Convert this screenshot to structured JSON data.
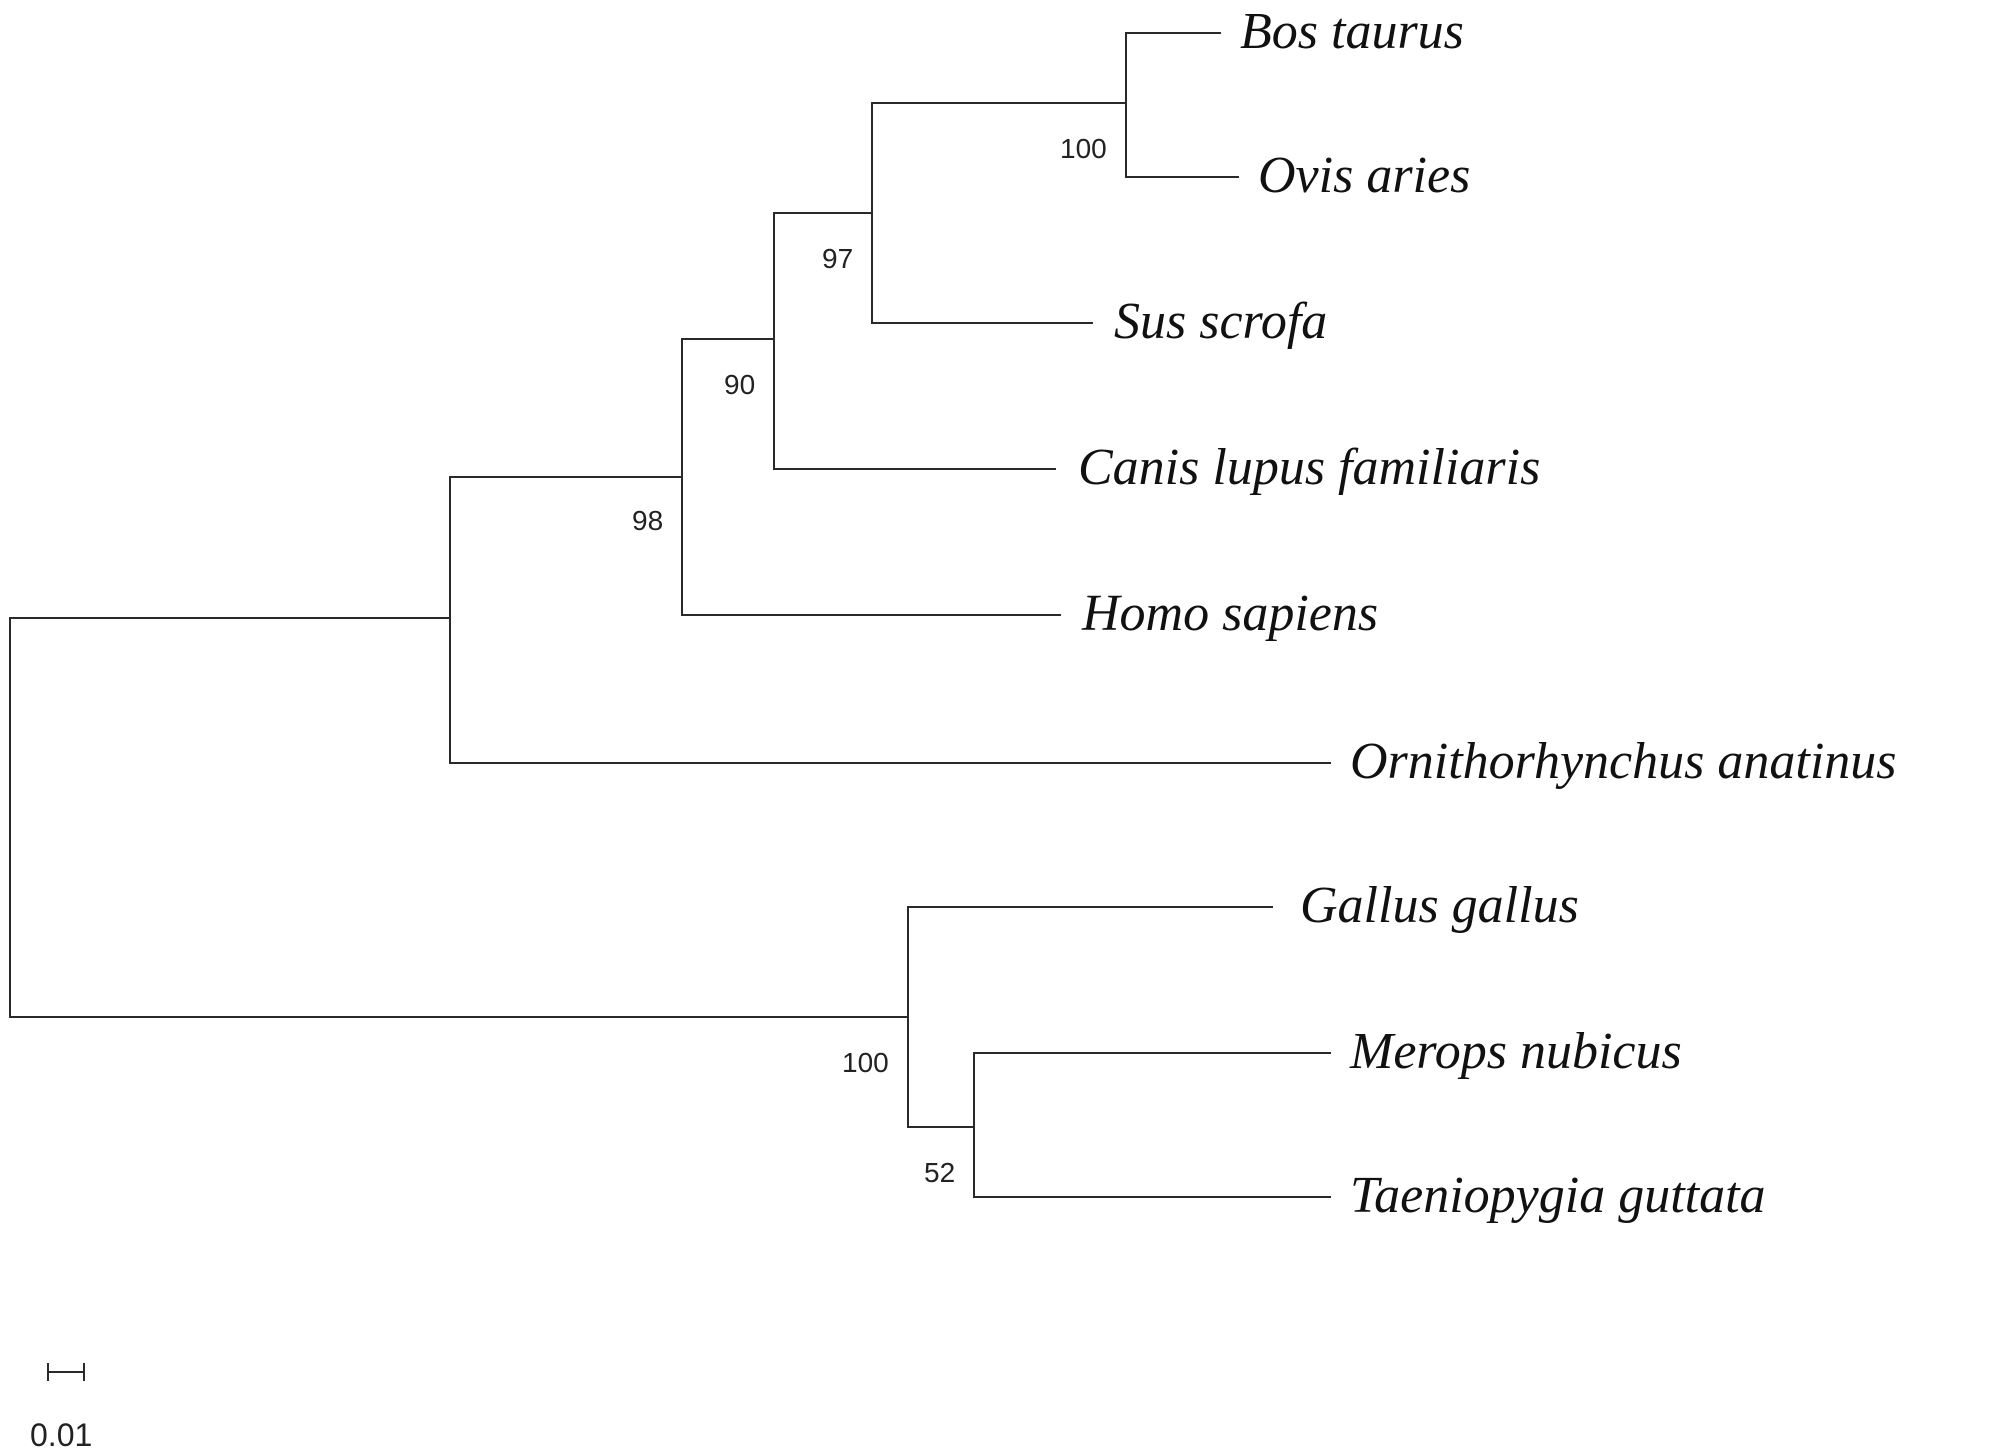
{
  "tree": {
    "taxa": [
      {
        "id": "bos",
        "label": "Bos taurus"
      },
      {
        "id": "ovis",
        "label": "Ovis aries"
      },
      {
        "id": "sus",
        "label": "Sus scrofa"
      },
      {
        "id": "canis",
        "label": "Canis lupus familiaris"
      },
      {
        "id": "homo",
        "label": "Homo sapiens"
      },
      {
        "id": "orni",
        "label": "Ornithorhynchus anatinus"
      },
      {
        "id": "gallus",
        "label": "Gallus gallus"
      },
      {
        "id": "merops",
        "label": "Merops nubicus"
      },
      {
        "id": "taenio",
        "label": "Taeniopygia guttata"
      }
    ],
    "support_values": [
      {
        "clade": "bos+ovis",
        "value": "100"
      },
      {
        "clade": "ruminants+sus",
        "value": "97"
      },
      {
        "clade": "ungulates+canis",
        "value": "90"
      },
      {
        "clade": "placentals",
        "value": "98"
      },
      {
        "clade": "birds",
        "value": "100"
      },
      {
        "clade": "merops+taenio",
        "value": "52"
      }
    ]
  },
  "scale_bar": {
    "label": "0.01",
    "length": 0.01
  }
}
